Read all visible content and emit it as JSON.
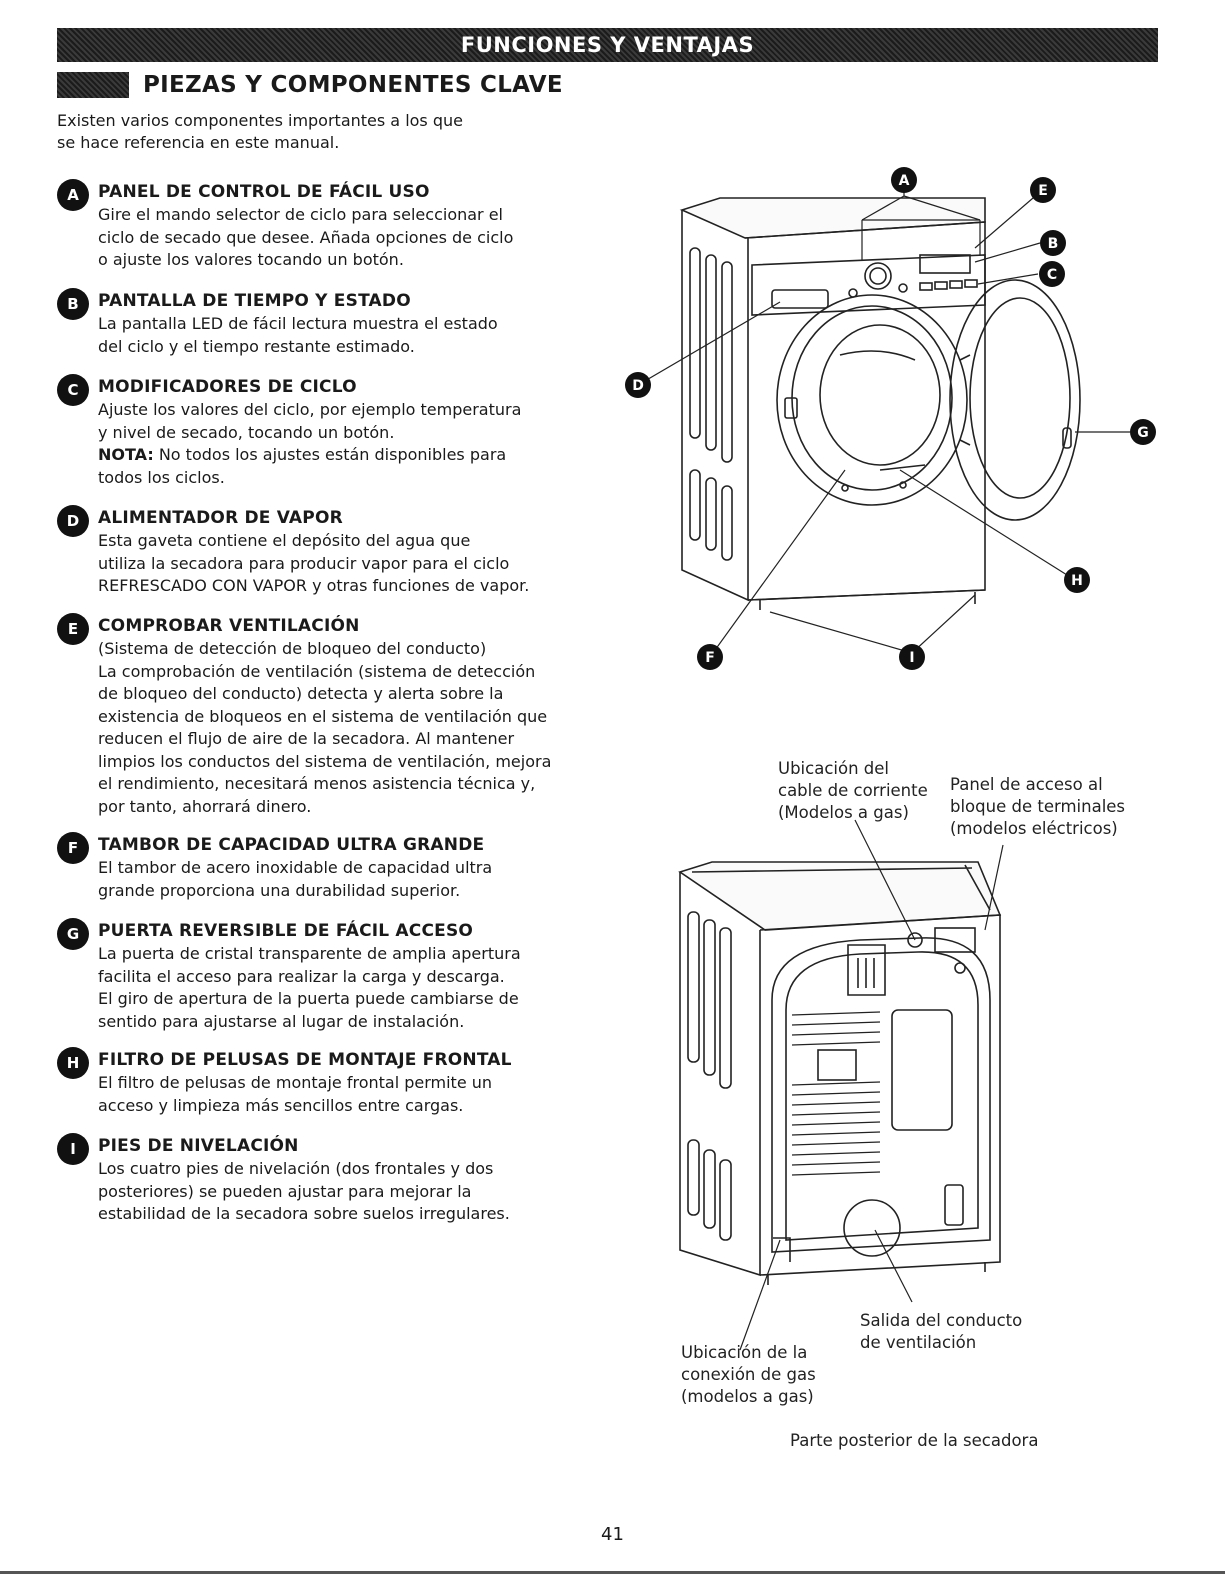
{
  "banner": "FUNCIONES Y VENTAJAS",
  "section_title": "PIEZAS Y COMPONENTES CLAVE",
  "intro": "Existen varios componentes importantes a los que\nse hace referencia en este manual.",
  "features": [
    {
      "letter": "A",
      "title": "PANEL DE CONTROL DE FÁCIL USO",
      "body": "Gire el mando selector de ciclo para seleccionar el\nciclo de secado que desee. Añada opciones de ciclo\no ajuste los valores tocando un botón."
    },
    {
      "letter": "B",
      "title": "PANTALLA DE TIEMPO Y ESTADO",
      "body": "La pantalla LED de fácil lectura muestra el estado\ndel ciclo y el tiempo restante estimado."
    },
    {
      "letter": "C",
      "title": "MODIFICADORES DE CICLO",
      "body": "Ajuste los valores del ciclo, por ejemplo temperatura\ny nivel de secado, tocando un botón.",
      "note_label": "NOTA:",
      "note": " No todos los ajustes están disponibles para\ntodos los ciclos."
    },
    {
      "letter": "D",
      "title": "ALIMENTADOR DE VAPOR",
      "body": "Esta gaveta contiene el depósito del agua que\nutiliza la secadora para producir vapor para el ciclo\nREFRESCADO CON VAPOR y otras funciones de vapor."
    },
    {
      "letter": "E",
      "title": "COMPROBAR VENTILACIÓN",
      "body": "(Sistema de detección de bloqueo del conducto)\nLa comprobación de ventilación (sistema de detección\nde bloqueo del conducto) detecta y alerta sobre la\nexistencia de bloqueos en el sistema de ventilación que\nreducen el flujo de aire de la secadora. Al mantener\nlimpios los conductos del sistema de ventilación, mejora\nel rendimiento, necesitará menos asistencia técnica y,\npor tanto, ahorrará dinero."
    },
    {
      "letter": "F",
      "title": "TAMBOR DE CAPACIDAD ULTRA GRANDE",
      "body": "El tambor de acero inoxidable de capacidad ultra\ngrande proporciona una durabilidad superior."
    },
    {
      "letter": "G",
      "title": "PUERTA REVERSIBLE DE FÁCIL ACCESO",
      "body": "La puerta de cristal transparente de amplia apertura\nfacilita el acceso para realizar la carga y descarga.\nEl giro de apertura de la puerta puede cambiarse de\nsentido para ajustarse al lugar de instalación."
    },
    {
      "letter": "H",
      "title": "FILTRO DE PELUSAS DE MONTAJE FRONTAL",
      "body": "El filtro de pelusas de montaje frontal permite un\nacceso y limpieza más sencillos entre cargas."
    },
    {
      "letter": "I",
      "title": "PIES DE NIVELACIÓN",
      "body": "Los cuatro pies de nivelación (dos frontales y dos\nposteriores) se pueden ajustar para mejorar la\nestabilidad de la secadora sobre suelos irregulares."
    }
  ],
  "front_labels": [
    "A",
    "B",
    "C",
    "D",
    "E",
    "F",
    "G",
    "H",
    "I"
  ],
  "rear_callouts": {
    "power_cord": "Ubicación del\ncable de corriente\n(Modelos a gas)",
    "terminal_panel": "Panel de acceso al\nbloque de terminales\n(modelos eléctricos)",
    "gas_connection": "Ubicación de la\nconexión de gas\n(modelos a gas)",
    "exhaust": "Salida del conducto\nde ventilación",
    "caption": "Parte posterior de la secadora"
  },
  "page_number": "41"
}
